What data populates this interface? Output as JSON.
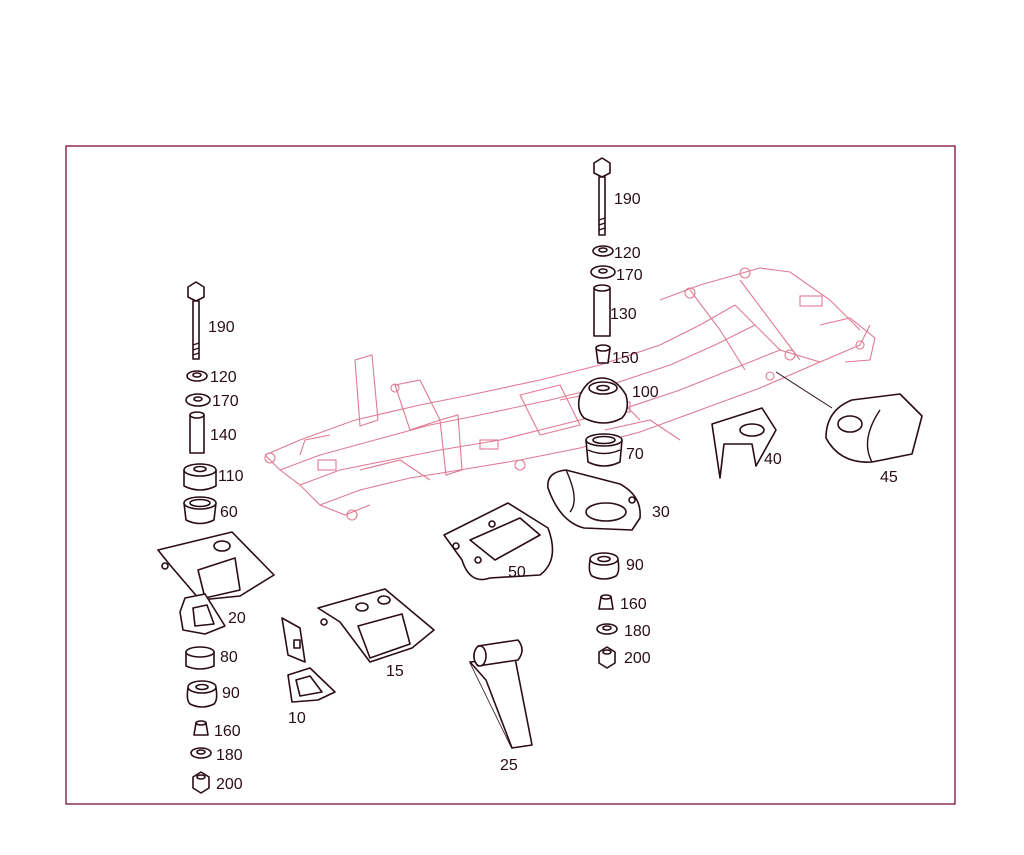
{
  "labels": {
    "p190a": "190",
    "p120a": "120",
    "p170a": "170",
    "p140": "140",
    "p110": "110",
    "p60": "60",
    "p20": "20",
    "p80": "80",
    "p90a": "90",
    "p160a": "160",
    "p180a": "180",
    "p200a": "200",
    "p10": "10",
    "p15": "15",
    "p25": "25",
    "p50": "50",
    "p190b": "190",
    "p120b": "120",
    "p170b": "170",
    "p130": "130",
    "p150": "150",
    "p100": "100",
    "p70": "70",
    "p30": "30",
    "p90b": "90",
    "p160b": "160",
    "p180b": "180",
    "p200b": "200",
    "p40": "40",
    "p45": "45"
  },
  "colors": {
    "frame": "#7a1034",
    "chassis": "#e07a94",
    "ink": "#2a0d16"
  }
}
